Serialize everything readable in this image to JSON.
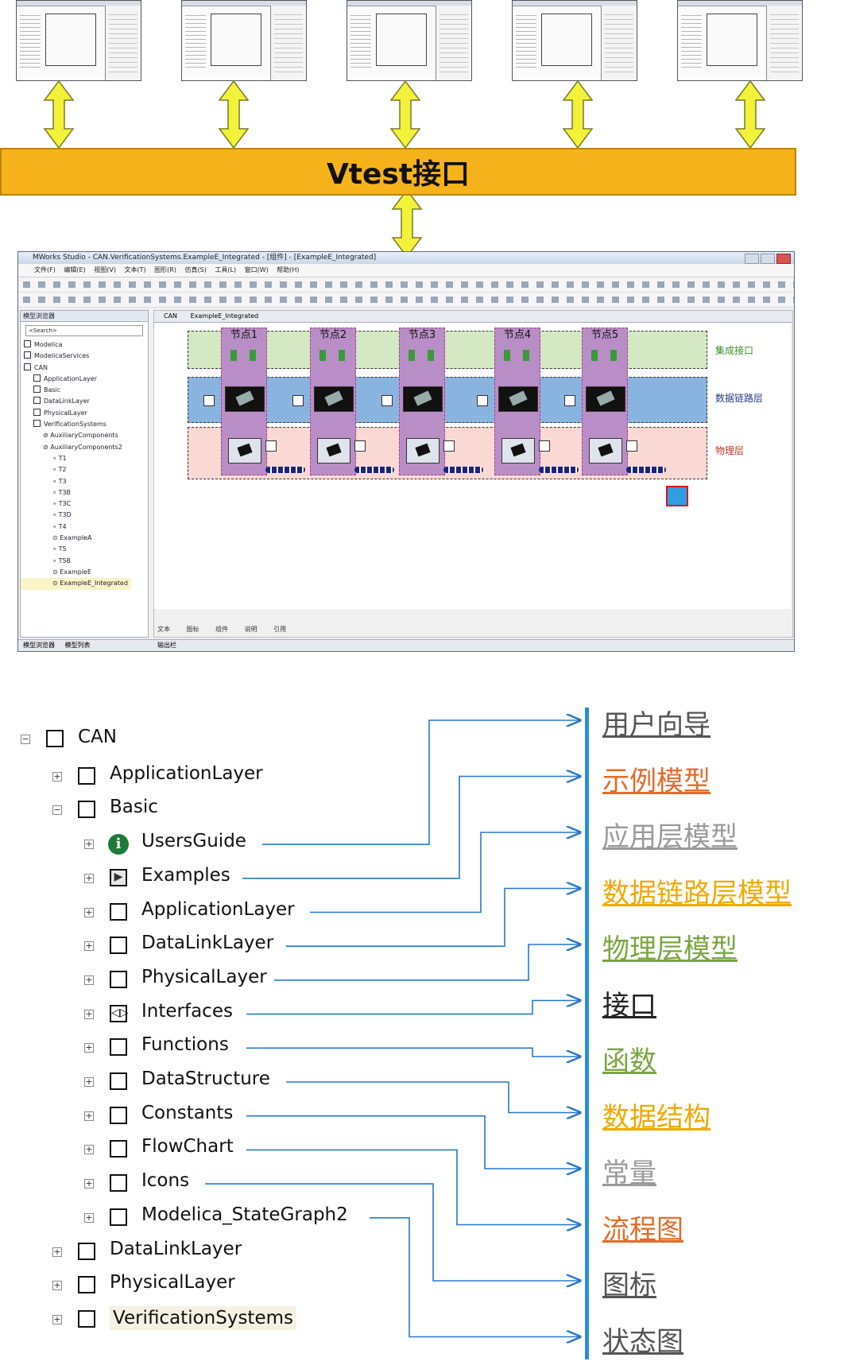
{
  "interface_bar": {
    "label": "Vtest接口"
  },
  "colors": {
    "bar": "#f5b21a",
    "arrow": "#f2f23a",
    "connector": "#2a78c8",
    "right_bar": "#2a8fd4",
    "layer_integration": "#d3e8c3",
    "layer_datalink": "#8ab4e0",
    "layer_physical": "#fad8d4"
  },
  "window": {
    "title": "MWorks Studio - CAN.VerificationSystems.ExampleE_Integrated - [组件] - [ExampleE_Integrated]",
    "menu": "文件(F) 编辑(E) 视图(V) 文本(T) 图形(R) 仿真(S) 工具(L) 窗口(W) 帮助(H)",
    "panel_title": "模型浏览器",
    "search_placeholder": "<Search>",
    "tabs": "CAN  ExampleE_Integrated",
    "bottom_tabs": "文本 图标 组件 说明 引用",
    "status_left": "模型浏览器 模型列表",
    "status_right": "输出栏",
    "tree": [
      "Modelica",
      "ModelicaServices",
      "CAN",
      "ApplicationLayer",
      "Basic",
      "DataLinkLayer",
      "PhysicalLayer",
      "VerificationSystems",
      "AuxiliaryComponents",
      "AuxiliaryComponents2",
      "T1",
      "T2",
      "T3",
      "T3B",
      "T3C",
      "T3D",
      "T4",
      "ExampleA",
      "T5",
      "T5B",
      "ExampleE",
      "ExampleE_Integrated"
    ],
    "diagram": {
      "nodes": [
        "节点1",
        "节点2",
        "节点3",
        "节点4",
        "节点5"
      ],
      "layers": [
        "集成接口",
        "数据链路层",
        "物理层"
      ]
    }
  },
  "tree": {
    "root": "CAN",
    "items": [
      {
        "label": "ApplicationLayer",
        "icon": "package-icon"
      },
      {
        "label": "Basic",
        "icon": "package-icon"
      },
      {
        "label": "UsersGuide",
        "icon": "info-icon"
      },
      {
        "label": "Examples",
        "icon": "examples-icon"
      },
      {
        "label": "ApplicationLayer",
        "icon": "package-icon"
      },
      {
        "label": "DataLinkLayer",
        "icon": "package-icon"
      },
      {
        "label": "PhysicalLayer",
        "icon": "package-icon"
      },
      {
        "label": "Interfaces",
        "icon": "interfaces-icon"
      },
      {
        "label": "Functions",
        "icon": "package-icon"
      },
      {
        "label": "DataStructure",
        "icon": "package-icon"
      },
      {
        "label": "Constants",
        "icon": "package-icon"
      },
      {
        "label": "FlowChart",
        "icon": "package-icon"
      },
      {
        "label": "Icons",
        "icon": "package-icon"
      },
      {
        "label": "Modelica_StateGraph2",
        "icon": "package-icon"
      },
      {
        "label": "DataLinkLayer",
        "icon": "package-icon"
      },
      {
        "label": "PhysicalLayer",
        "icon": "package-icon"
      },
      {
        "label": "VerificationSystems",
        "icon": "package-icon"
      }
    ]
  },
  "categories": [
    {
      "label": "用户向导",
      "color": "#555555"
    },
    {
      "label": "示例模型",
      "color": "#e46c2a"
    },
    {
      "label": "应用层模型",
      "color": "#9a9a9a"
    },
    {
      "label": "数据链路层模型",
      "color": "#f2a900"
    },
    {
      "label": "物理层模型",
      "color": "#7aa640"
    },
    {
      "label": "接口",
      "color": "#222222"
    },
    {
      "label": "函数",
      "color": "#7aa640"
    },
    {
      "label": "数据结构",
      "color": "#f2a900"
    },
    {
      "label": "常量",
      "color": "#9a9a9a"
    },
    {
      "label": "流程图",
      "color": "#e46c2a"
    },
    {
      "label": "图标",
      "color": "#555555"
    },
    {
      "label": "状态图",
      "color": "#555555"
    }
  ]
}
